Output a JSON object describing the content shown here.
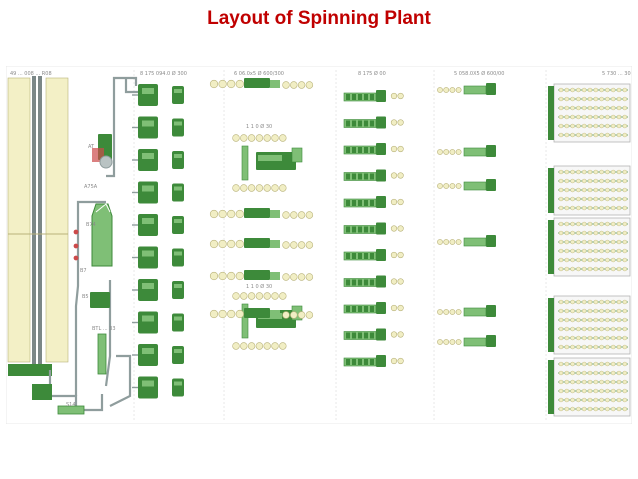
{
  "page": {
    "title": "Layout of Spinning  Plant",
    "title_color": "#c00000"
  },
  "colors": {
    "machine_green": "#3d8a3a",
    "machine_green_light": "#7fbf76",
    "bobbin_cream": "#f1eec4",
    "bobbin_edge": "#b8b27a",
    "silo_fill": "#f3f0c6",
    "duct": "#8f9d9d",
    "frame_grey": "#b5b5b5",
    "section_line": "#d0d0d0",
    "valve_red": "#cc4a4a"
  },
  "section_labels": [
    "49 ... 008 ... R08",
    "8 175 094.0 Ø 300",
    "6 06.0x5 Ø 600/300",
    "8 175 Ø 00",
    "5 058.0X5 Ø 600/00",
    "5 730 ... 30"
  ],
  "machine_labels": [
    "1 1 0 Ø 30",
    "AT",
    "A75A",
    "B74",
    "B7",
    "B5",
    "BTL ... 33",
    "S14",
    "1 1 0 Ø 30"
  ]
}
